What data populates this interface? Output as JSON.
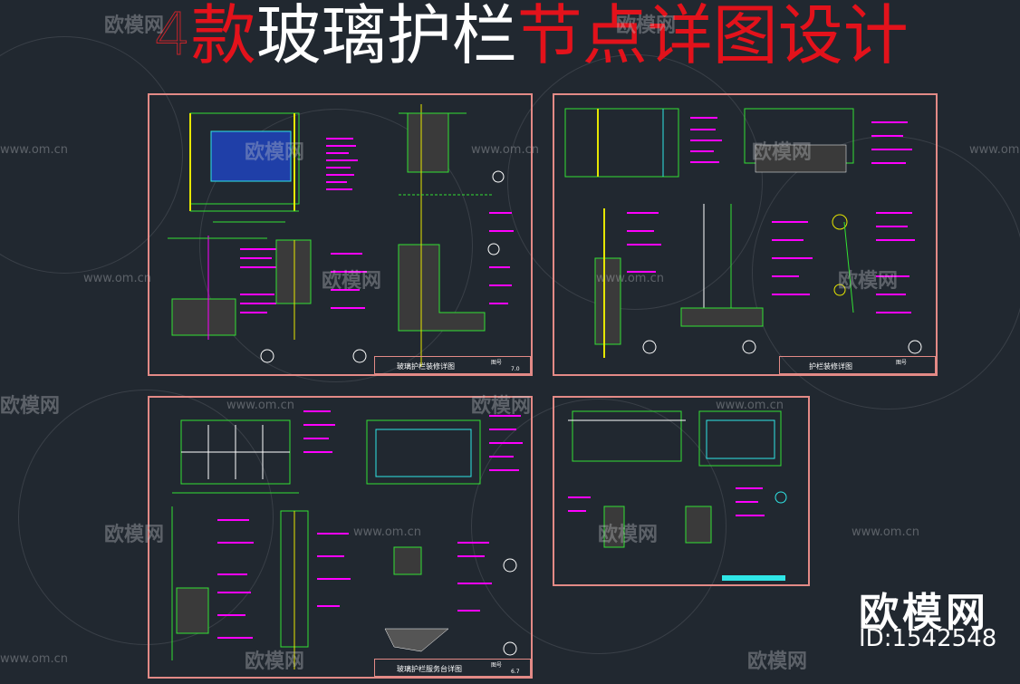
{
  "title": {
    "number": "4",
    "red_part1": "款",
    "white_part": "玻璃护栏",
    "red_part2": "节点详图设计"
  },
  "sheets": [
    {
      "title": "玻璃护栏装修详图",
      "sheet_no": "图号",
      "page": "7.0"
    },
    {
      "title": "护栏装修详图",
      "sheet_no": "图号",
      "page": ""
    },
    {
      "title": "玻璃护栏服务台详图",
      "sheet_no": "图号",
      "page": "6.7"
    },
    {
      "title": "",
      "sheet_no": "",
      "page": ""
    }
  ],
  "watermark": {
    "logo_text": "欧模网",
    "url_text": "www.om.cn"
  },
  "brand": {
    "name": "欧模网",
    "id_text": "ID:1542548"
  },
  "colors": {
    "background": "#212830",
    "frame": "#e38a86",
    "line_green": "#33e133",
    "line_cyan": "#2fe6e6",
    "label_magenta": "#ff00ff",
    "line_yellow": "#e6e600",
    "title_red": "#e3121b"
  }
}
